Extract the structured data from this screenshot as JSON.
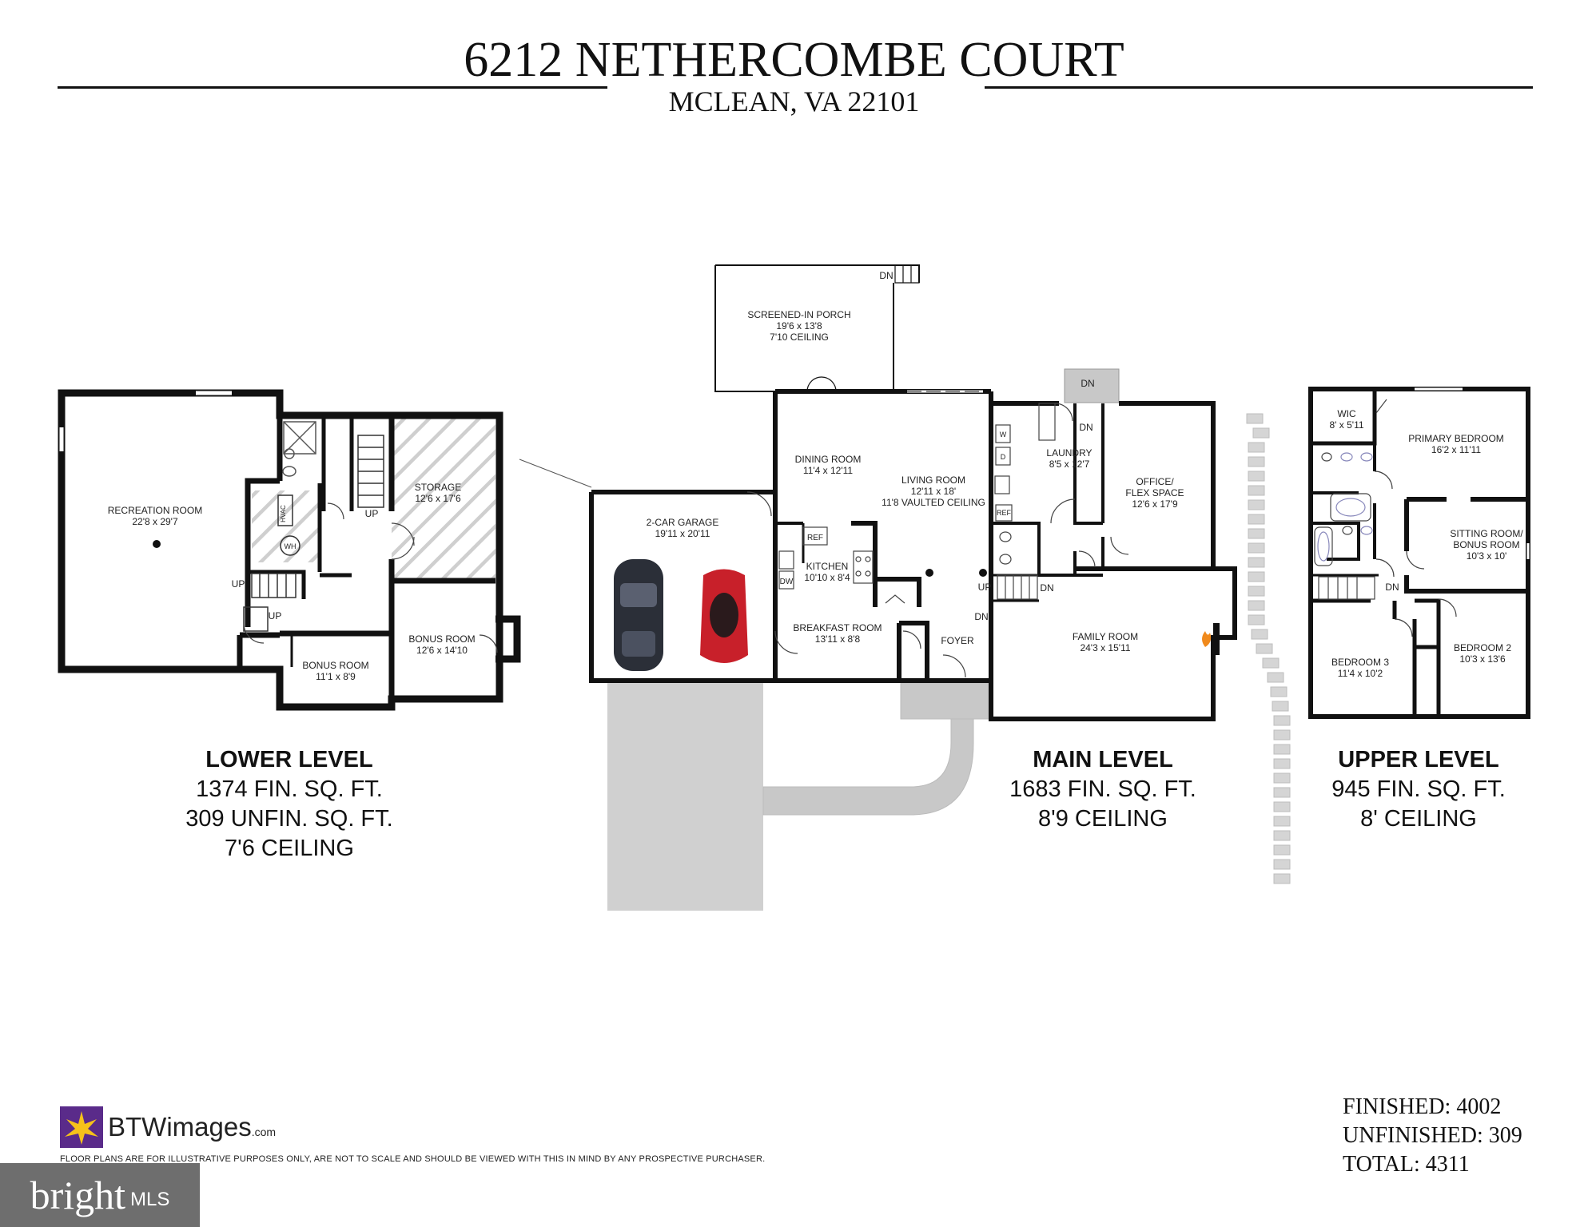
{
  "header": {
    "address": "6212 NETHERCOMBE COURT",
    "city": "MCLEAN, VA 22101"
  },
  "rooms": [
    {
      "name": "RECREATION ROOM",
      "dims": "22'8 x 29'7"
    },
    {
      "name": "STORAGE",
      "dims": "12'6 x 17'6"
    },
    {
      "name": "BONUS ROOM",
      "dims": "11'1 x 8'9"
    },
    {
      "name": "BONUS ROOM",
      "dims": "12'6 x 14'10"
    },
    {
      "name": "SCREENED-IN PORCH",
      "dims": "19'6 x 13'8",
      "extra": "7'10 CEILING"
    },
    {
      "name": "DINING ROOM",
      "dims": "11'4 x 12'11"
    },
    {
      "name": "LIVING ROOM",
      "dims": "12'11 x 18'",
      "extra": "11'8 VAULTED CEILING"
    },
    {
      "name": "2-CAR GARAGE",
      "dims": "19'11 x 20'11"
    },
    {
      "name": "KITCHEN",
      "dims": "10'10 x 8'4"
    },
    {
      "name": "BREAKFAST ROOM",
      "dims": "13'11 x 8'8"
    },
    {
      "name": "FOYER",
      "dims": ""
    },
    {
      "name": "LAUNDRY",
      "dims": "8'5 x 12'7"
    },
    {
      "name": "OFFICE/",
      "dims": "FLEX SPACE",
      "extra": "12'6 x 17'9"
    },
    {
      "name": "FAMILY ROOM",
      "dims": "24'3 x 15'11"
    },
    {
      "name": "WIC",
      "dims": "8' x 5'11"
    },
    {
      "name": "PRIMARY BEDROOM",
      "dims": "16'2 x 11'11"
    },
    {
      "name": "SITTING ROOM/",
      "dims": "BONUS ROOM",
      "extra": "10'3 x 10'"
    },
    {
      "name": "BEDROOM 3",
      "dims": "11'4 x 10'2"
    },
    {
      "name": "BEDROOM 2",
      "dims": "10'3 x 13'6"
    }
  ],
  "fixtures": {
    "hvac": "HVAC",
    "wh": "WH",
    "ref": "REF",
    "dw": "DW",
    "w": "W",
    "d": "D",
    "up": "UP",
    "dn": "DN"
  },
  "levels": [
    {
      "name": "LOWER LEVEL",
      "lines": [
        "1374 FIN. SQ. FT.",
        "309 UNFIN. SQ. FT.",
        "7'6 CEILING"
      ]
    },
    {
      "name": "MAIN LEVEL",
      "lines": [
        "1683 FIN. SQ. FT.",
        "8'9 CEILING"
      ]
    },
    {
      "name": "UPPER LEVEL",
      "lines": [
        "945 FIN. SQ. FT.",
        "8' CEILING"
      ]
    }
  ],
  "totals": {
    "finished": "FINISHED: 4002",
    "unfinished": "UNFINISHED: 309",
    "total": "TOTAL: 4311"
  },
  "brand": {
    "name": "BTWimages",
    "suffix": ".com",
    "disclaimer": "FLOOR PLANS ARE FOR ILLUSTRATIVE PURPOSES ONLY, ARE NOT TO SCALE AND SHOULD BE VIEWED WITH THIS IN MIND BY ANY PROSPECTIVE PURCHASER."
  },
  "mls": {
    "bright": "bright",
    "mls": "MLS"
  },
  "colors": {
    "wall": "#111111",
    "car_dark": "#2b2f38",
    "car_red": "#c8202a",
    "pavement": "#d0d0d0",
    "paver": "#c4c4c4",
    "storage_hatch": "#cfcfcf"
  }
}
